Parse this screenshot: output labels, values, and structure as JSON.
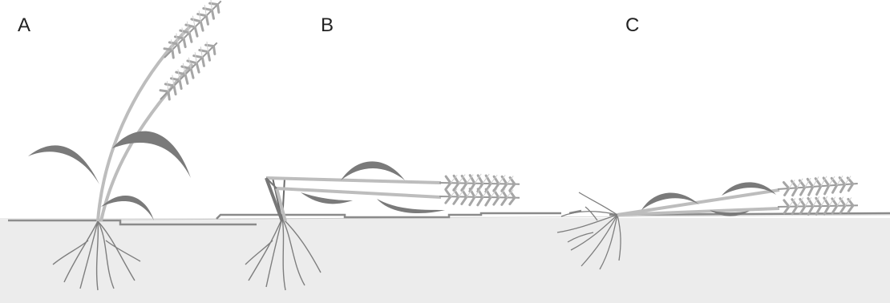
{
  "panels": [
    {
      "label": "A",
      "state": "upright"
    },
    {
      "label": "B",
      "state": "stem-lodging"
    },
    {
      "label": "C",
      "state": "root-lodging"
    }
  ],
  "colors": {
    "background": "#ffffff",
    "soil": "#ececec",
    "soil_line": "#8a8a8a",
    "leaf": "#7a7a7a",
    "stem": "#bdbdbd",
    "ear": "#b0b0b0",
    "root": "#7e7e7e",
    "label": "#222222"
  }
}
